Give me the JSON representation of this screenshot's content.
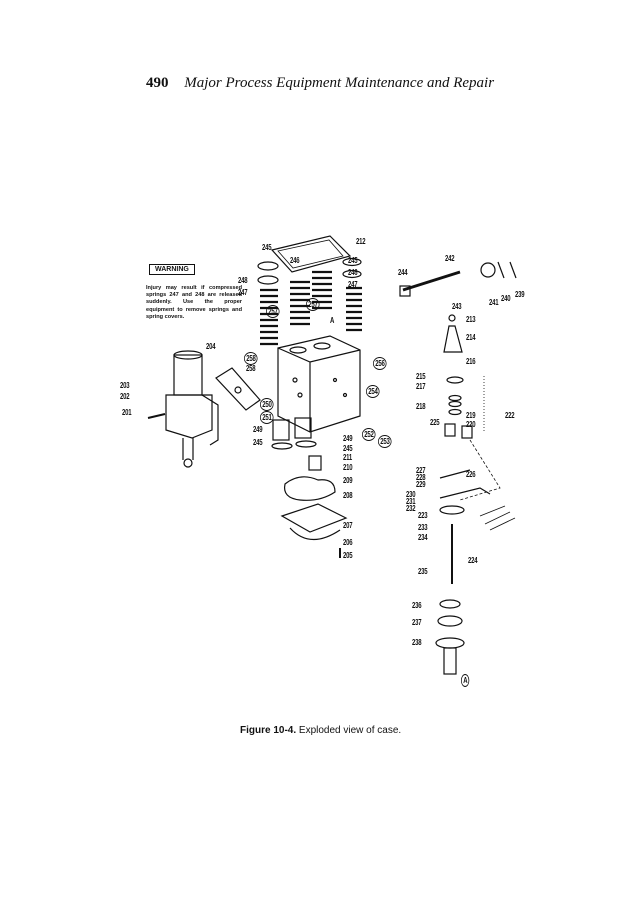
{
  "header": {
    "page_number": "490",
    "title": "Major Process Equipment Maintenance and Repair"
  },
  "warning": {
    "label": "WARNING",
    "text": "Injury may result if compressed springs 247 and 248 are released suddenly. Use the proper equipment to remove springs and spring covers."
  },
  "part_labels": [
    "212",
    "245",
    "246",
    "245",
    "246",
    "247",
    "248",
    "247",
    "244",
    "242",
    "243",
    "241",
    "240",
    "239",
    "213",
    "214",
    "216",
    "215",
    "217",
    "218",
    "219",
    "220",
    "222",
    "225",
    "226",
    "227",
    "228",
    "229",
    "230",
    "231",
    "232",
    "223",
    "233",
    "234",
    "224",
    "235",
    "236",
    "237",
    "238",
    "204",
    "203",
    "202",
    "201",
    "258",
    "258",
    "256",
    "254",
    "257",
    "257",
    "A",
    "250",
    "251",
    "249",
    "249",
    "245",
    "245",
    "252",
    "253",
    "211",
    "210",
    "209",
    "208",
    "207",
    "206",
    "205",
    "A"
  ],
  "caption": {
    "figure_label": "Figure 10-4.",
    "text": "Exploded view of case."
  }
}
